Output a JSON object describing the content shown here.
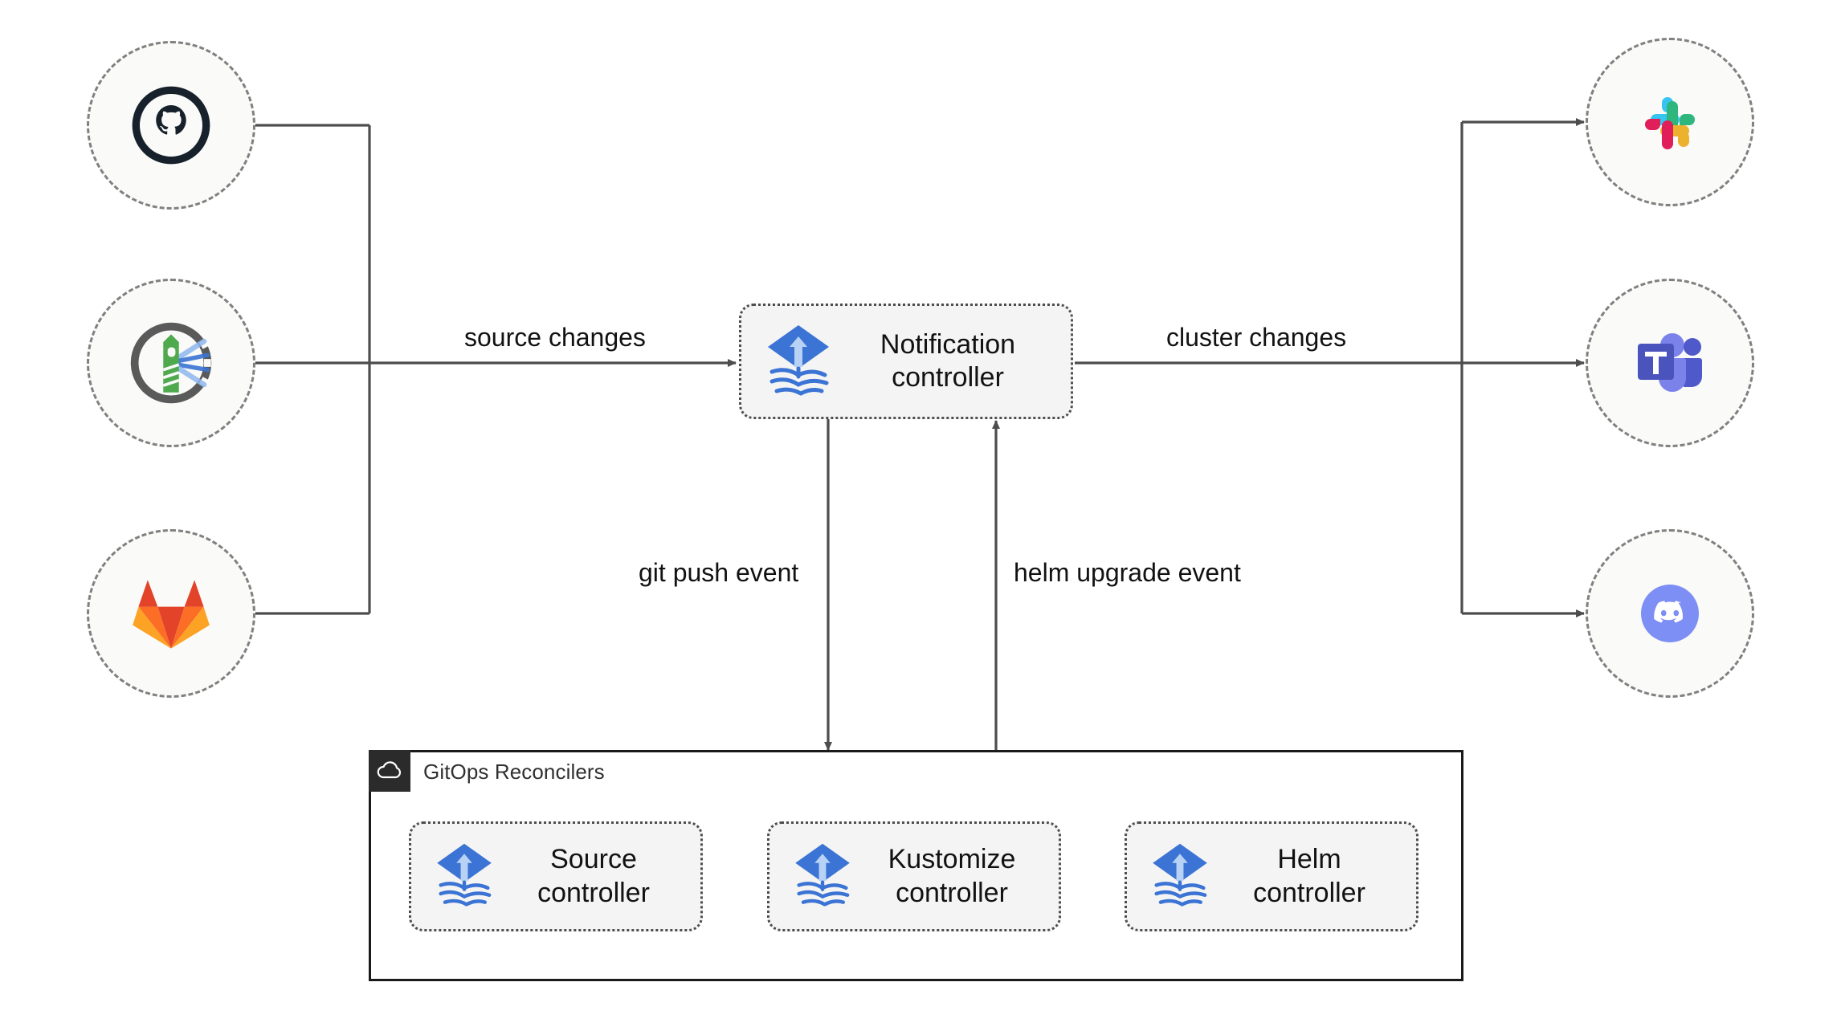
{
  "diagram": {
    "title": "Flux notification architecture",
    "background": "#ffffff",
    "edge_color": "#4d4d4d",
    "accent_blue": "#3b74d4"
  },
  "sources": [
    {
      "id": "github",
      "label": "GitHub",
      "icon": "github-icon",
      "color": "#17212b"
    },
    {
      "id": "harbor",
      "label": "Harbor",
      "icon": "harbor-icon",
      "color": "#4fa94d"
    },
    {
      "id": "gitlab",
      "label": "GitLab",
      "icon": "gitlab-icon",
      "color": "#e24329"
    }
  ],
  "targets": [
    {
      "id": "slack",
      "label": "Slack",
      "icon": "slack-icon",
      "color": "#36c5f0"
    },
    {
      "id": "teams",
      "label": "Microsoft Teams",
      "icon": "microsoft-teams-icon",
      "color": "#5059c9"
    },
    {
      "id": "discord",
      "label": "Discord",
      "icon": "discord-icon",
      "color": "#7289da"
    }
  ],
  "notification": {
    "label": "Notification\ncontroller",
    "icon": "flux-icon"
  },
  "gitops": {
    "title": "GitOps Reconcilers",
    "badge_icon": "cloud-icon",
    "reconcilers": [
      {
        "id": "source",
        "label": "Source\ncontroller",
        "icon": "flux-icon"
      },
      {
        "id": "kustomize",
        "label": "Kustomize\ncontroller",
        "icon": "flux-icon"
      },
      {
        "id": "helm",
        "label": "Helm\ncontroller",
        "icon": "flux-icon"
      }
    ]
  },
  "edges": {
    "source_changes": "source changes",
    "cluster_changes": "cluster changes",
    "git_push_event": "git push event",
    "helm_upgrade_event": "helm upgrade event"
  }
}
